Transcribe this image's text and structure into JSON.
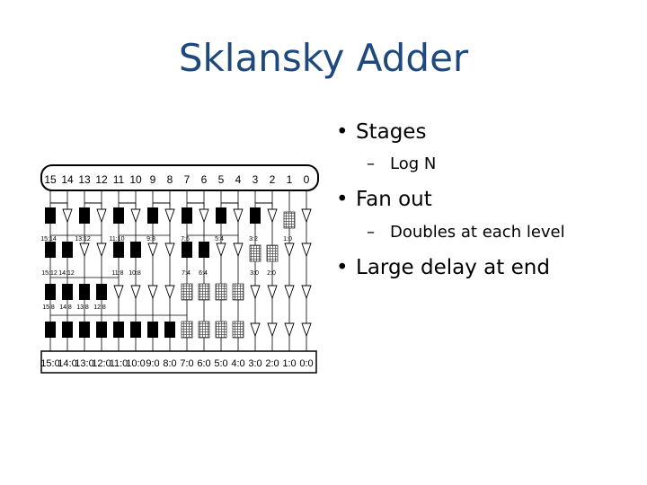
{
  "slide": {
    "title": "Sklansky Adder"
  },
  "bullets": [
    {
      "text": "Stages",
      "sub": [
        "Log N"
      ]
    },
    {
      "text": "Fan out",
      "sub": [
        "Doubles at each level"
      ]
    },
    {
      "text": "Large delay at end",
      "sub": []
    }
  ],
  "diagram": {
    "top_labels": [
      "15",
      "14",
      "13",
      "12",
      "11",
      "10",
      "9",
      "8",
      "7",
      "6",
      "5",
      "4",
      "3",
      "2",
      "1",
      "0"
    ],
    "level1_labels": [
      "15:14",
      "13:12",
      "11:10",
      "9:8",
      "7:6",
      "5:4",
      "3:2",
      "1:0"
    ],
    "level2_labels": [
      "15:12",
      "14:12",
      "11:8",
      "10:8",
      "7:4",
      "6:4",
      "3:0",
      "2:0"
    ],
    "level3_labels": [
      "15:8",
      "14:8",
      "13:8",
      "12:8"
    ],
    "bottom_labels": [
      "15:0",
      "14:0",
      "13:0",
      "12:0",
      "11:0",
      "10:0",
      "9:0",
      "8:0",
      "7:0",
      "6:0",
      "5:0",
      "4:0",
      "3:0",
      "2:0",
      "1:0",
      "0:0"
    ]
  }
}
